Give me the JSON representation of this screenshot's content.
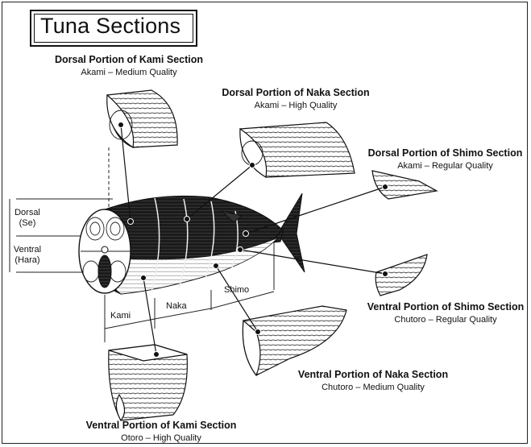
{
  "title": "Tuna Sections",
  "sections": [
    {
      "heading": "Dorsal Portion of Kami Section",
      "quality": "Akami – Medium Quality"
    },
    {
      "heading": "Dorsal Portion of Naka Section",
      "quality": "Akami – High Quality"
    },
    {
      "heading": "Dorsal Portion of Shimo Section",
      "quality": "Akami – Regular Quality"
    },
    {
      "heading": "Ventral Portion of Shimo Section",
      "quality": "Chutoro – Regular Quality"
    },
    {
      "heading": "Ventral Portion of Naka Section",
      "quality": "Chutoro – Medium Quality"
    },
    {
      "heading": "Ventral Portion of Kami Section",
      "quality": "Otoro – High Quality"
    }
  ],
  "side_labels": {
    "dorsal": "Dorsal",
    "dorsal_jp": "(Se)",
    "ventral": "Ventral",
    "ventral_jp": "(Hara)"
  },
  "body_sections": {
    "kami": "Kami",
    "naka": "Naka",
    "shimo": "Shimo"
  }
}
